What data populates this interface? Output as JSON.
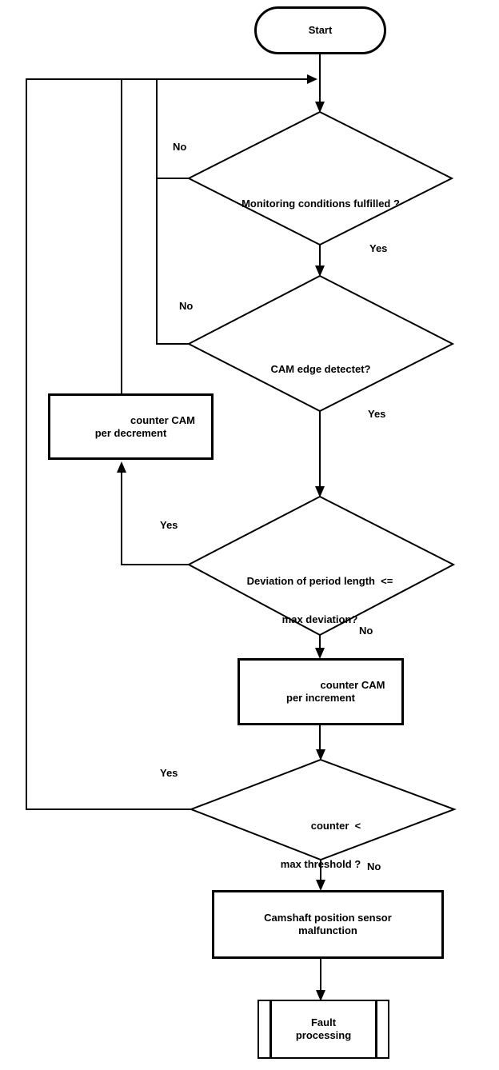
{
  "colors": {
    "line": "#000000",
    "background": "#ffffff"
  },
  "nodes": {
    "start": {
      "type": "terminator",
      "label": "Start"
    },
    "monitoring": {
      "type": "decision",
      "label": "Monitoring conditions fulfilled ?"
    },
    "cam_edge": {
      "type": "decision",
      "label": "CAM edge detectet?"
    },
    "decrement": {
      "type": "process",
      "line1": "counter CAM",
      "line2": "per decrement"
    },
    "deviation": {
      "type": "decision",
      "line1": "Deviation of period length  <=",
      "line2": "max deviation?"
    },
    "increment": {
      "type": "process",
      "line1": "counter CAM",
      "line2": "per increment"
    },
    "threshold": {
      "type": "decision",
      "line1": "counter  <",
      "line2": "max threshold ?"
    },
    "malfunction": {
      "type": "process",
      "line1": "Camshaft position sensor",
      "line2": "malfunction"
    },
    "fault": {
      "type": "predefined",
      "line1": "Fault",
      "line2": "processing"
    }
  },
  "branch_labels": {
    "monitoring_no": "No",
    "monitoring_yes": "Yes",
    "cam_edge_no": "No",
    "cam_edge_yes": "Yes",
    "deviation_yes": "Yes",
    "deviation_no": "No",
    "threshold_yes": "Yes",
    "threshold_no": "No"
  }
}
